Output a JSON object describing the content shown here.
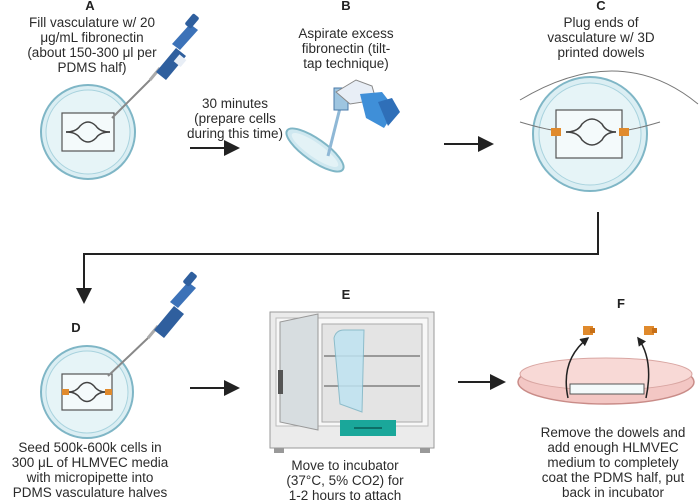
{
  "steps": {
    "a": {
      "label": "A",
      "lines": [
        "Fill vasculature w/ 20",
        "μg/mL fibronectin",
        "(about 150-300 μl per",
        "PDMS half)"
      ]
    },
    "timer": {
      "lines": [
        "30 minutes",
        "(prepare cells",
        "during this time)"
      ]
    },
    "b": {
      "label": "B",
      "lines": [
        "Aspirate excess",
        "fibronectin (tilt-",
        "tap technique)"
      ]
    },
    "c": {
      "label": "C",
      "lines": [
        "Plug ends of",
        "vasculature w/ 3D",
        "printed dowels"
      ]
    },
    "d": {
      "label": "D",
      "lines": [
        "Seed 500k-600k cells in",
        "300 μL of HLMVEC media",
        "with micropipette into",
        "PDMS vasculature halves"
      ]
    },
    "e": {
      "label": "E",
      "lines": [
        "Move to incubator",
        "(37°C, 5% CO2) for",
        "1-2 hours to attach"
      ]
    },
    "f": {
      "label": "F",
      "lines": [
        "Remove the dowels and",
        "add enough HLMVEC",
        "medium to completely",
        "coat the PDMS half, put",
        "back in incubator"
      ]
    }
  },
  "colors": {
    "dish": "#dbeef3",
    "dish_edge": "#7fb6c6",
    "pipette": "#2f5f9e",
    "dowel": "#e08a2c",
    "media": "#f3c7c4",
    "incubator_body": "#f2f2f2",
    "incubator_panel": "#1aa79a",
    "arrow": "#222222"
  },
  "icons": [
    "micropipette-icon",
    "petri-dish-icon",
    "aspirator-icon",
    "dowel-icon",
    "incubator-icon"
  ]
}
